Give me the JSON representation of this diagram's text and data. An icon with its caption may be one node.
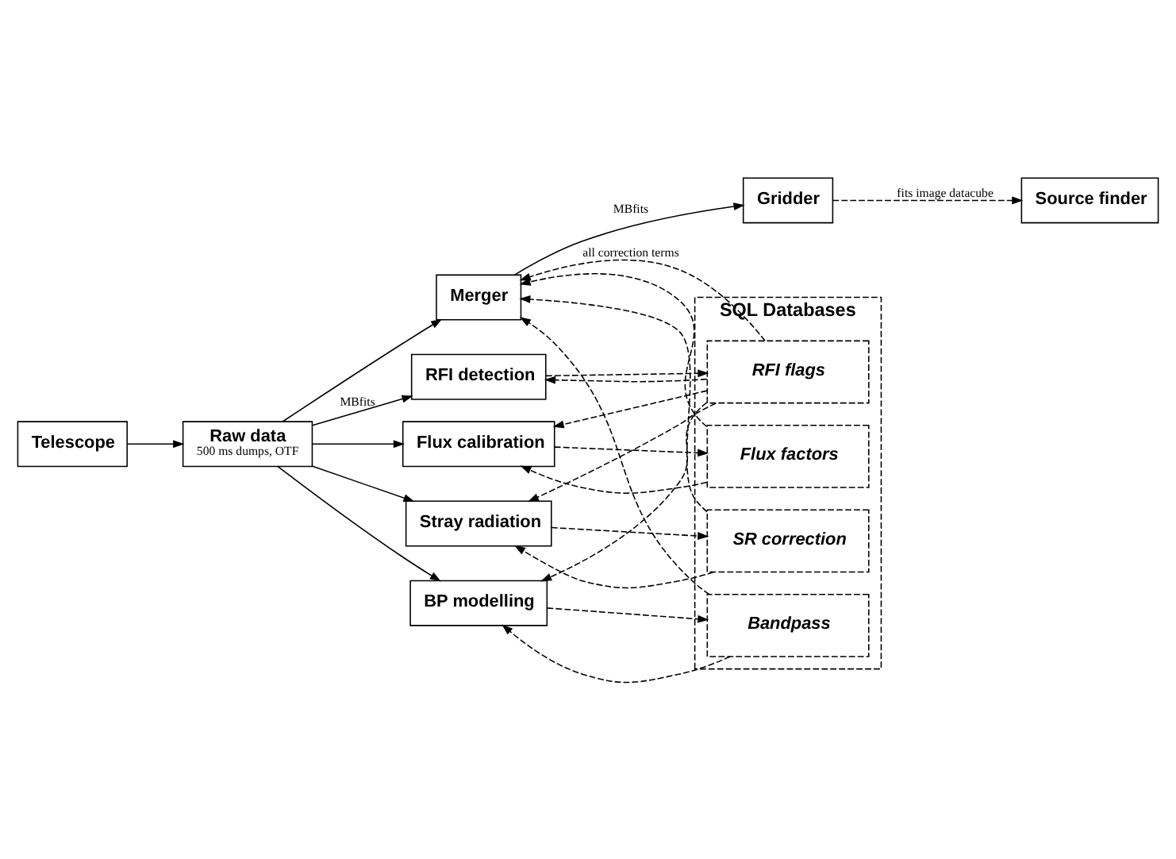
{
  "diagram": {
    "nodes": [
      {
        "text": [
          "Telescope"
        ]
      },
      {
        "text": [
          "Raw data",
          "500 ms dumps, OTF"
        ]
      },
      {
        "text": [
          "Merger"
        ]
      },
      {
        "text": [
          "Gridder"
        ]
      },
      {
        "text": [
          "Source finder"
        ]
      },
      {
        "text": [
          "RFI detection"
        ]
      },
      {
        "text": [
          "Flux calibration"
        ]
      },
      {
        "text": [
          "Stray radiation"
        ]
      },
      {
        "text": [
          "BP modelling"
        ]
      },
      {
        "text": [
          "SQL Databases"
        ]
      },
      {
        "text": [
          "RFI flags"
        ],
        "in": 9
      },
      {
        "text": [
          "Flux factors"
        ],
        "in": 9
      },
      {
        "text": [
          "SR correction"
        ],
        "in": 9
      },
      {
        "text": [
          "Bandpass"
        ],
        "in": 9
      }
    ],
    "edges": [
      {
        "from": 0,
        "to": 1,
        "arrow": "to"
      },
      {
        "from": 1,
        "to": 2,
        "arrow": "to"
      },
      {
        "from": 2,
        "to": 3,
        "arrow": "to",
        "label": "MBfits"
      },
      {
        "from": 3,
        "to": 4,
        "arrow": "to",
        "label": "fits image datacube",
        "style": "dashed"
      },
      {
        "from": 1,
        "to": 5,
        "arrow": "to",
        "label": "MBfits"
      },
      {
        "from": 1,
        "to": 6,
        "arrow": "to"
      },
      {
        "from": 1,
        "to": 7,
        "arrow": "to"
      },
      {
        "from": 1,
        "to": 8,
        "arrow": "to"
      },
      {
        "from": 5,
        "to": 10,
        "arrow": "to",
        "style": "dashed"
      },
      {
        "from": 10,
        "to": 5,
        "arrow": "to",
        "style": "dashed"
      },
      {
        "from": 6,
        "to": 11,
        "arrow": "to",
        "style": "dashed"
      },
      {
        "from": 11,
        "to": 6,
        "arrow": "to",
        "style": "dashed"
      },
      {
        "from": 7,
        "to": 12,
        "arrow": "to",
        "style": "dashed"
      },
      {
        "from": 12,
        "to": 7,
        "arrow": "to",
        "style": "dashed"
      },
      {
        "from": 8,
        "to": 13,
        "arrow": "to",
        "style": "dashed"
      },
      {
        "from": 13,
        "to": 8,
        "arrow": "to",
        "style": "dashed"
      },
      {
        "from": 10,
        "to": 6,
        "arrow": "to",
        "style": "dashed"
      },
      {
        "from": 10,
        "to": 7,
        "arrow": "to",
        "style": "dashed"
      },
      {
        "from": 10,
        "to": 8,
        "arrow": "to",
        "style": "dashed"
      },
      {
        "from": 10,
        "to": 2,
        "arrow": "to",
        "style": "dashed",
        "label": "all correction terms"
      },
      {
        "from": 11,
        "to": 2,
        "arrow": "to",
        "style": "dashed"
      },
      {
        "from": 12,
        "to": 2,
        "arrow": "to",
        "style": "dashed"
      },
      {
        "from": 13,
        "to": 2,
        "arrow": "to",
        "style": "dashed"
      }
    ]
  }
}
